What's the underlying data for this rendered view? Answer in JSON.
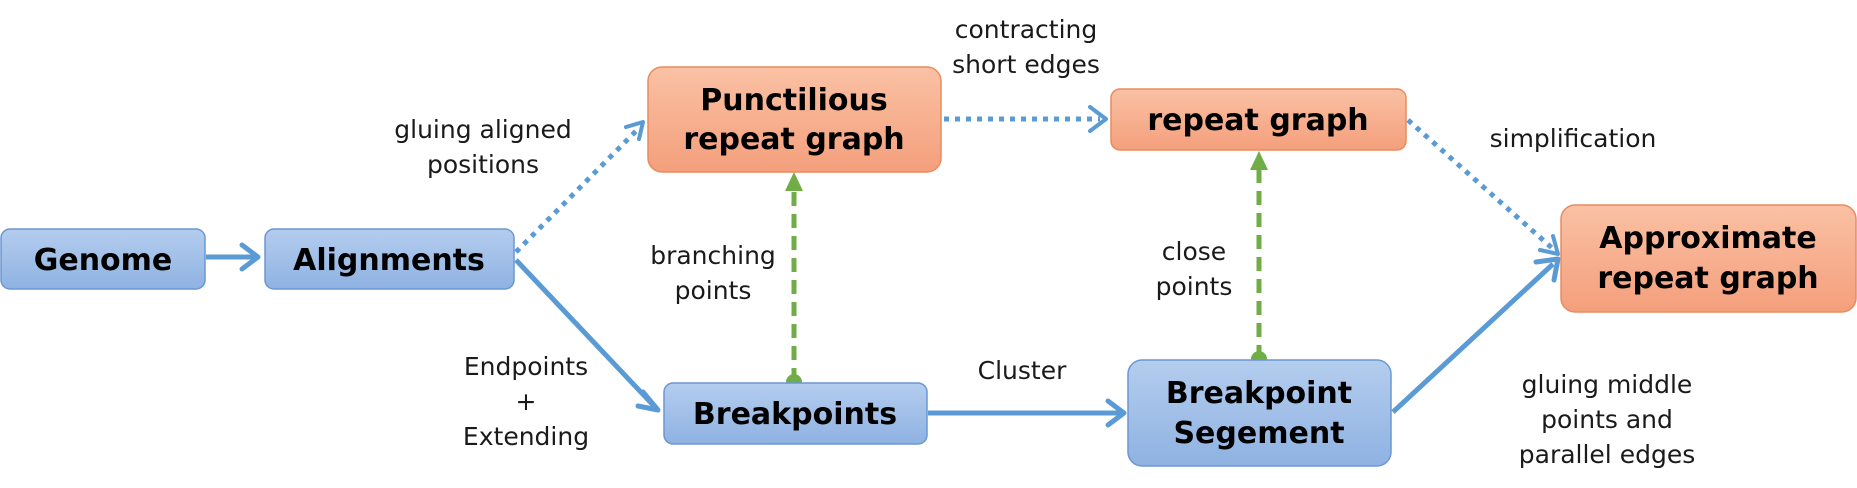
{
  "colors": {
    "blue_node_top": "#b4cdee",
    "blue_node_bottom": "#8fb2e2",
    "blue_node_stroke": "#6b97d3",
    "orange_node_top": "#fac1a4",
    "orange_node_bottom": "#f49f7c",
    "orange_node_stroke": "#e98b5e",
    "blue_arrow": "#5b9bd5",
    "green_arrow": "#70ad47"
  },
  "nodes": {
    "genome": {
      "lines": [
        "Genome"
      ]
    },
    "alignments": {
      "lines": [
        "Alignments"
      ]
    },
    "punctilious": {
      "lines": [
        "Punctilious",
        "repeat graph"
      ]
    },
    "repeat_graph": {
      "lines": [
        "repeat graph"
      ]
    },
    "breakpoints": {
      "lines": [
        "Breakpoints"
      ]
    },
    "breakpoint_segment": {
      "lines": [
        "Breakpoint",
        "Segement"
      ]
    },
    "approximate": {
      "lines": [
        "Approximate",
        "repeat graph"
      ]
    }
  },
  "edge_labels": {
    "gluing_aligned": {
      "lines": [
        "gluing aligned",
        "positions"
      ]
    },
    "contracting": {
      "lines": [
        "contracting",
        "short edges"
      ]
    },
    "simplification": {
      "lines": [
        "simplification"
      ]
    },
    "branching": {
      "lines": [
        "branching",
        "points"
      ]
    },
    "close_points": {
      "lines": [
        "close",
        "points"
      ]
    },
    "endpoints": {
      "lines": [
        "Endpoints",
        "+",
        "Extending"
      ]
    },
    "cluster": {
      "lines": [
        "Cluster"
      ]
    },
    "gluing_middle": {
      "lines": [
        "gluing middle",
        "points and",
        "parallel edges"
      ]
    }
  }
}
